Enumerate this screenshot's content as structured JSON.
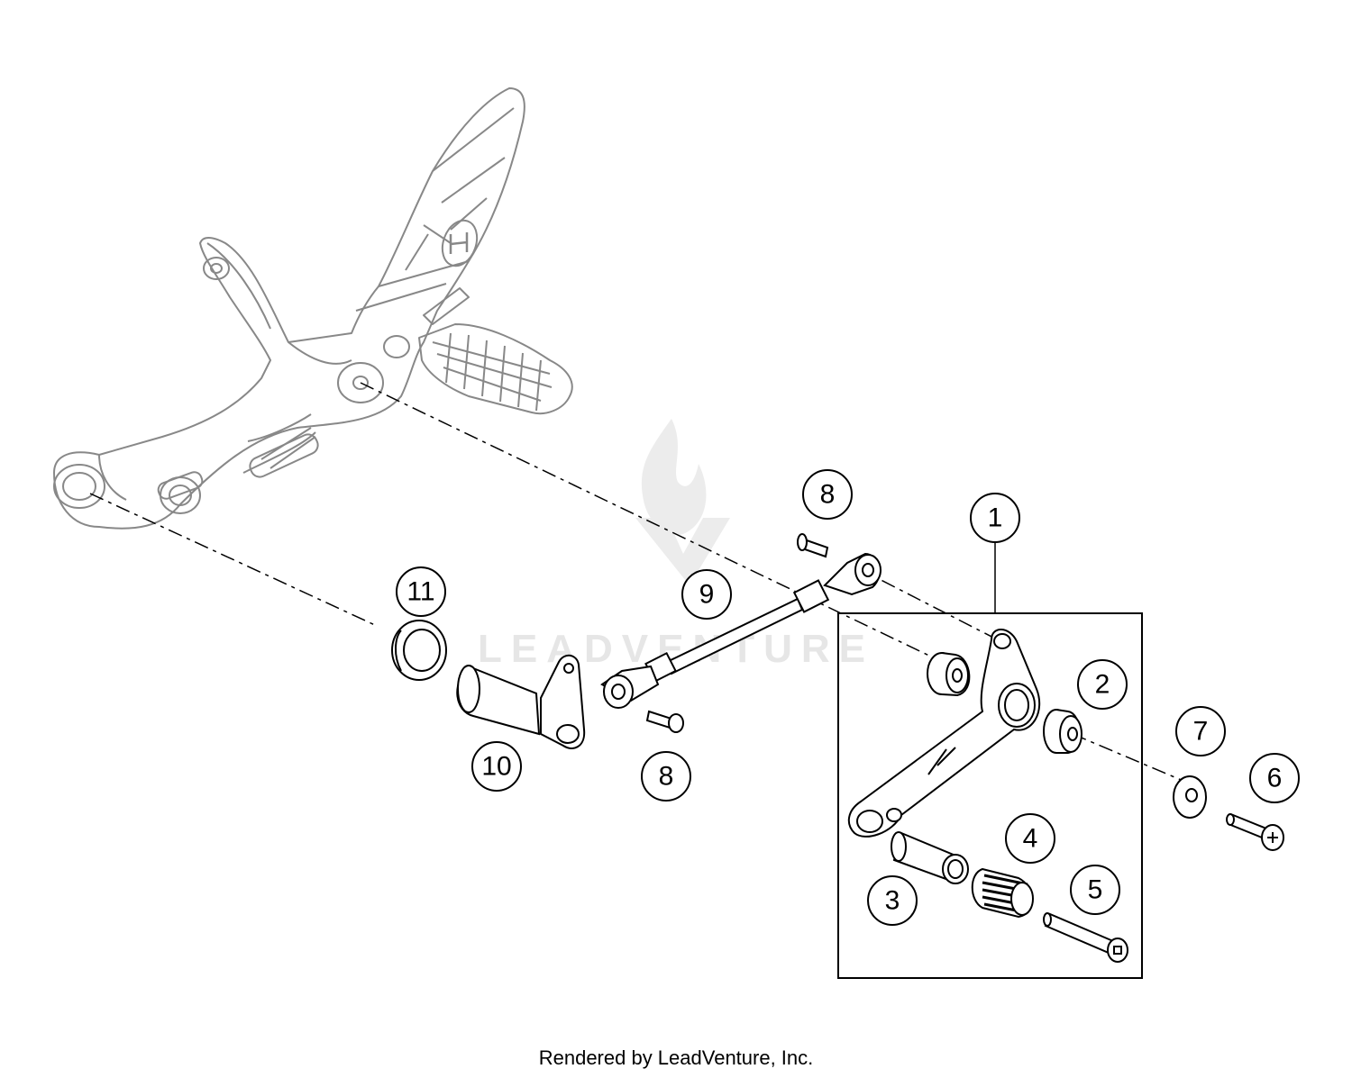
{
  "callouts": [
    {
      "id": "1",
      "label": "1"
    },
    {
      "id": "2",
      "label": "2"
    },
    {
      "id": "3",
      "label": "3"
    },
    {
      "id": "4",
      "label": "4"
    },
    {
      "id": "5",
      "label": "5"
    },
    {
      "id": "6",
      "label": "6"
    },
    {
      "id": "7",
      "label": "7"
    },
    {
      "id": "8a",
      "label": "8"
    },
    {
      "id": "8b",
      "label": "8"
    },
    {
      "id": "9",
      "label": "9"
    },
    {
      "id": "10",
      "label": "10"
    },
    {
      "id": "11",
      "label": "11"
    }
  ],
  "watermark": "LEADVENTURE",
  "footer": "Rendered by LeadVenture, Inc."
}
